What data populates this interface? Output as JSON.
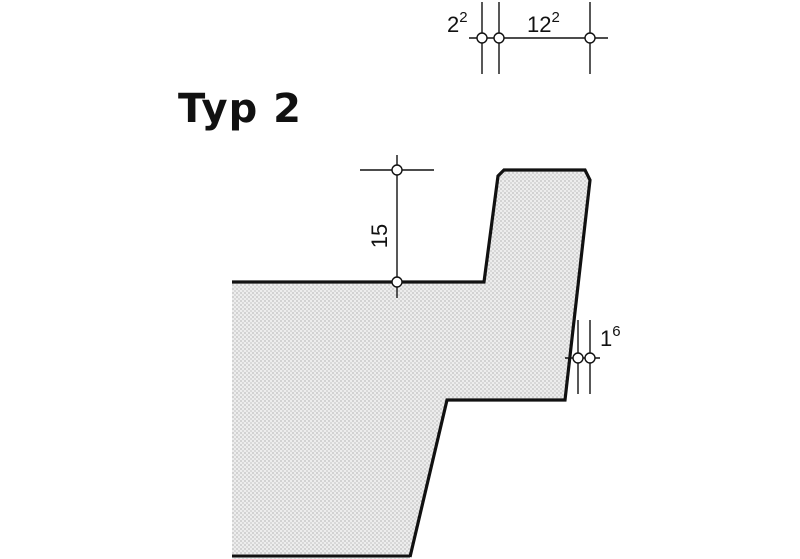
{
  "drawing": {
    "title": "Typ 2",
    "dimensions": {
      "top_small": {
        "base": "2",
        "sup": "2"
      },
      "top_large": {
        "base": "12",
        "sup": "2"
      },
      "height": "15",
      "offset": {
        "base": "1",
        "sup": "6"
      }
    }
  }
}
